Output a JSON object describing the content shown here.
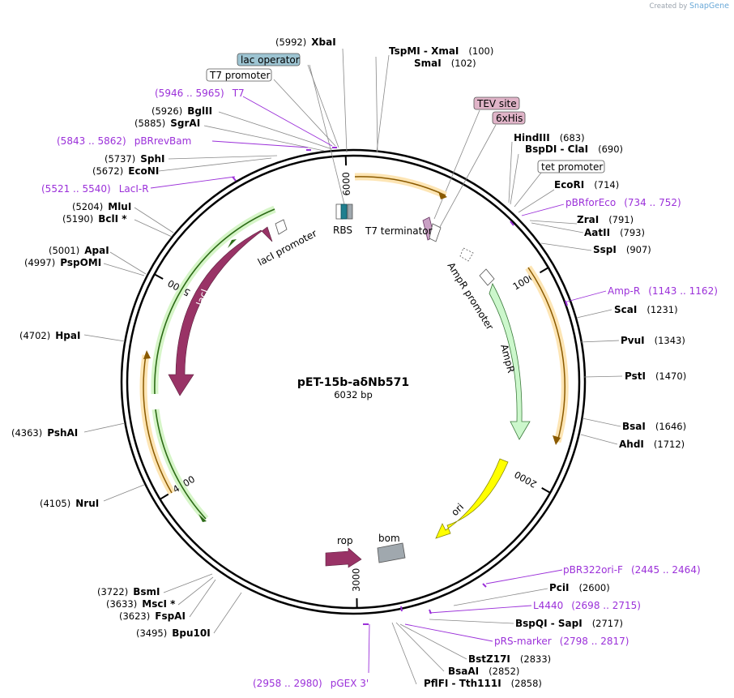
{
  "credit": {
    "created_by": "Created by",
    "brand": "SnapGene"
  },
  "plasmid": {
    "name": "pET-15b-aδNb571",
    "length": "6032 bp"
  },
  "ticks": [
    {
      "bp": 1000,
      "label": "1000"
    },
    {
      "bp": 2000,
      "label": "2000"
    },
    {
      "bp": 3000,
      "label": "3000"
    },
    {
      "bp": 4000,
      "label": "4000"
    },
    {
      "bp": 5000,
      "label": "5000"
    },
    {
      "bp": 6000,
      "label": "6000"
    }
  ],
  "features": [
    {
      "name": "T7 terminator",
      "type": "terminator",
      "color": "#c9a0c4"
    },
    {
      "name": "RBS",
      "type": "rbs",
      "color": "#1f7f8f"
    },
    {
      "name": "AmpR promoter",
      "type": "promoter",
      "color": "#ffffff"
    },
    {
      "name": "AmpR",
      "type": "cds",
      "color": "#ccf7cc"
    },
    {
      "name": "ori",
      "type": "origin",
      "color": "#ffff00"
    },
    {
      "name": "rop",
      "type": "cds",
      "color": "#993366"
    },
    {
      "name": "bom",
      "type": "misc",
      "color": "#a0a8ae"
    },
    {
      "name": "lacI",
      "type": "cds",
      "color": "#993366"
    },
    {
      "name": "lacI promoter",
      "type": "promoter",
      "color": "#ffffff"
    }
  ],
  "boxed_labels": [
    {
      "text": "lac operator",
      "color": "#9dc4d2"
    },
    {
      "text": "T7 promoter",
      "color": "#ffffff"
    },
    {
      "text": "TEV site",
      "color": "#e0b4c8"
    },
    {
      "text": "6xHis",
      "color": "#e0b4c8"
    },
    {
      "text": "tet promoter",
      "color": "#ffffff"
    }
  ],
  "sites": [
    {
      "pos": "(5992)",
      "name": "XbaI"
    },
    {
      "pos": "(100)",
      "name": "TspMI  -  XmaI"
    },
    {
      "pos": "(102)",
      "name": "SmaI"
    },
    {
      "pos": "(5926)",
      "name": "BglII"
    },
    {
      "pos": "(5885)",
      "name": "SgrAI"
    },
    {
      "pos": "(683)",
      "name": "HindIII"
    },
    {
      "pos": "(690)",
      "name": "BspDI  -  ClaI"
    },
    {
      "pos": "(5737)",
      "name": "SphI"
    },
    {
      "pos": "(5672)",
      "name": "EcoNI"
    },
    {
      "pos": "(714)",
      "name": "EcoRI"
    },
    {
      "pos": "(5204)",
      "name": "MluI"
    },
    {
      "pos": "(5190)",
      "name": "BclI *"
    },
    {
      "pos": "(791)",
      "name": "ZraI"
    },
    {
      "pos": "(793)",
      "name": "AatII"
    },
    {
      "pos": "(907)",
      "name": "SspI"
    },
    {
      "pos": "(5001)",
      "name": "ApaI"
    },
    {
      "pos": "(4997)",
      "name": "PspOMI"
    },
    {
      "pos": "(1231)",
      "name": "ScaI"
    },
    {
      "pos": "(4702)",
      "name": "HpaI"
    },
    {
      "pos": "(1343)",
      "name": "PvuI"
    },
    {
      "pos": "(1470)",
      "name": "PstI"
    },
    {
      "pos": "(4363)",
      "name": "PshAI"
    },
    {
      "pos": "(1646)",
      "name": "BsaI"
    },
    {
      "pos": "(1712)",
      "name": "AhdI"
    },
    {
      "pos": "(4105)",
      "name": "NruI"
    },
    {
      "pos": "(2600)",
      "name": "PciI"
    },
    {
      "pos": "(3722)",
      "name": "BsmI"
    },
    {
      "pos": "(3633)",
      "name": "MscI *"
    },
    {
      "pos": "(3623)",
      "name": "FspAI"
    },
    {
      "pos": "(2717)",
      "name": "BspQI  -  SapI"
    },
    {
      "pos": "(3495)",
      "name": "Bpu10I"
    },
    {
      "pos": "(2833)",
      "name": "BstZ17I"
    },
    {
      "pos": "(2852)",
      "name": "BsaAI"
    },
    {
      "pos": "(2858)",
      "name": "PflFI  -  Tth111I"
    }
  ],
  "primers": [
    {
      "name": "T7",
      "range": "(5946 .. 5965)"
    },
    {
      "name": "pBRrevBam",
      "range": "(5843 .. 5862)"
    },
    {
      "name": "LacI-R",
      "range": "(5521 .. 5540)"
    },
    {
      "name": "pBRforEco",
      "range": "(734 .. 752)"
    },
    {
      "name": "Amp-R",
      "range": "(1143 .. 1162)"
    },
    {
      "name": "pBR322ori-F",
      "range": "(2445 .. 2464)"
    },
    {
      "name": "L4440",
      "range": "(2698 .. 2715)"
    },
    {
      "name": "pRS-marker",
      "range": "(2798 .. 2817)"
    },
    {
      "name": "pGEX 3'",
      "range": "(2958 .. 2980)"
    }
  ]
}
